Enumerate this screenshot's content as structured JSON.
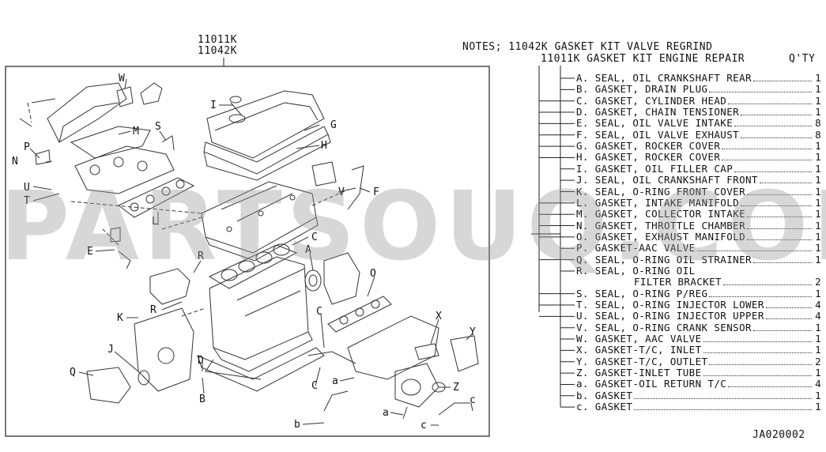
{
  "header": {
    "part_numbers": [
      "11011K",
      "11042K"
    ],
    "notes_line": "NOTES; 11042K GASKET KIT VALVE REGRIND",
    "kit_line": "11011K GASKET KIT ENGINE REPAIR",
    "qty_header": "Q'TY"
  },
  "parts": [
    {
      "name": "A. SEAL, OIL CRANKSHAFT REAR",
      "qty": "1"
    },
    {
      "name": "B. GASKET, DRAIN PLUG",
      "qty": "1"
    },
    {
      "name": "C. GASKET, CYLINDER HEAD",
      "qty": "1"
    },
    {
      "name": "D. GASKET, CHAIN TENSIONER",
      "qty": "1"
    },
    {
      "name": "E. SEAL, OIL VALVE INTAKE",
      "qty": "8"
    },
    {
      "name": "F. SEAL, OIL VALVE EXHAUST",
      "qty": "8"
    },
    {
      "name": "G. GASKET, ROCKER COVER",
      "qty": "1"
    },
    {
      "name": "H. GASKET, ROCKER COVER",
      "qty": "1"
    },
    {
      "name": "I. GASKET, OIL FILLER CAP",
      "qty": "1"
    },
    {
      "name": "J. SEAL, OIL CRANKSHAFT FRONT",
      "qty": "1"
    },
    {
      "name": "K. SEAL, O-RING FRONT COVER",
      "qty": "1"
    },
    {
      "name": "L. GASKET, INTAKE MANIFOLD",
      "qty": "1"
    },
    {
      "name": "M. GASKET, COLLECTOR INTAKE",
      "qty": "1"
    },
    {
      "name": "N. GASKET, THROTTLE CHAMBER",
      "qty": "1"
    },
    {
      "name": "O. GASKET, EXHAUST MANIFOLD",
      "qty": "1"
    },
    {
      "name": "P. GASKET-AAC VALVE",
      "qty": "1"
    },
    {
      "name": "Q. SEAL, O-RING OIL STRAINER",
      "qty": "1"
    },
    {
      "name": "R. SEAL, O-RING OIL",
      "qty": ""
    },
    {
      "name": "FILTER BRACKET",
      "qty": "2"
    },
    {
      "name": "S. SEAL, O-RING P/REG",
      "qty": "1"
    },
    {
      "name": "T. SEAL, O-RING INJECTOR LOWER",
      "qty": "4"
    },
    {
      "name": "U. SEAL, O-RING INJECTOR UPPER",
      "qty": "4"
    },
    {
      "name": "V. SEAL, O-RING CRANK SENSOR",
      "qty": "1"
    },
    {
      "name": "W. GASKET, AAC VALVE",
      "qty": "1"
    },
    {
      "name": "X. GASKET-T/C, INLET",
      "qty": "1"
    },
    {
      "name": "Y. GASKET-T/C, OUTLET",
      "qty": "2"
    },
    {
      "name": "Z. GASKET-INLET TUBE",
      "qty": "1"
    },
    {
      "name": "a. GASKET-OIL RETURN T/C",
      "qty": "4"
    },
    {
      "name": "b. GASKET",
      "qty": "1"
    },
    {
      "name": "c. GASKET",
      "qty": "1"
    }
  ],
  "diagram_labels": {
    "W": "W",
    "I": "I",
    "G": "G",
    "H": "H",
    "M": "M",
    "S": "S",
    "P": "P",
    "N": "N",
    "U": "U",
    "T": "T",
    "V": "V",
    "F": "F",
    "L": "L",
    "E": "E",
    "C": "C",
    "R": "R",
    "A": "A",
    "O": "O",
    "K": "K",
    "D": "D",
    "B": "B",
    "J": "J",
    "Q": "Q",
    "X": "X",
    "Y": "Y",
    "Z": "Z",
    "a": "a",
    "b": "b",
    "c": "c"
  },
  "footer": {
    "code": "JA020002"
  },
  "watermark": "PARTSOUQ.COM"
}
